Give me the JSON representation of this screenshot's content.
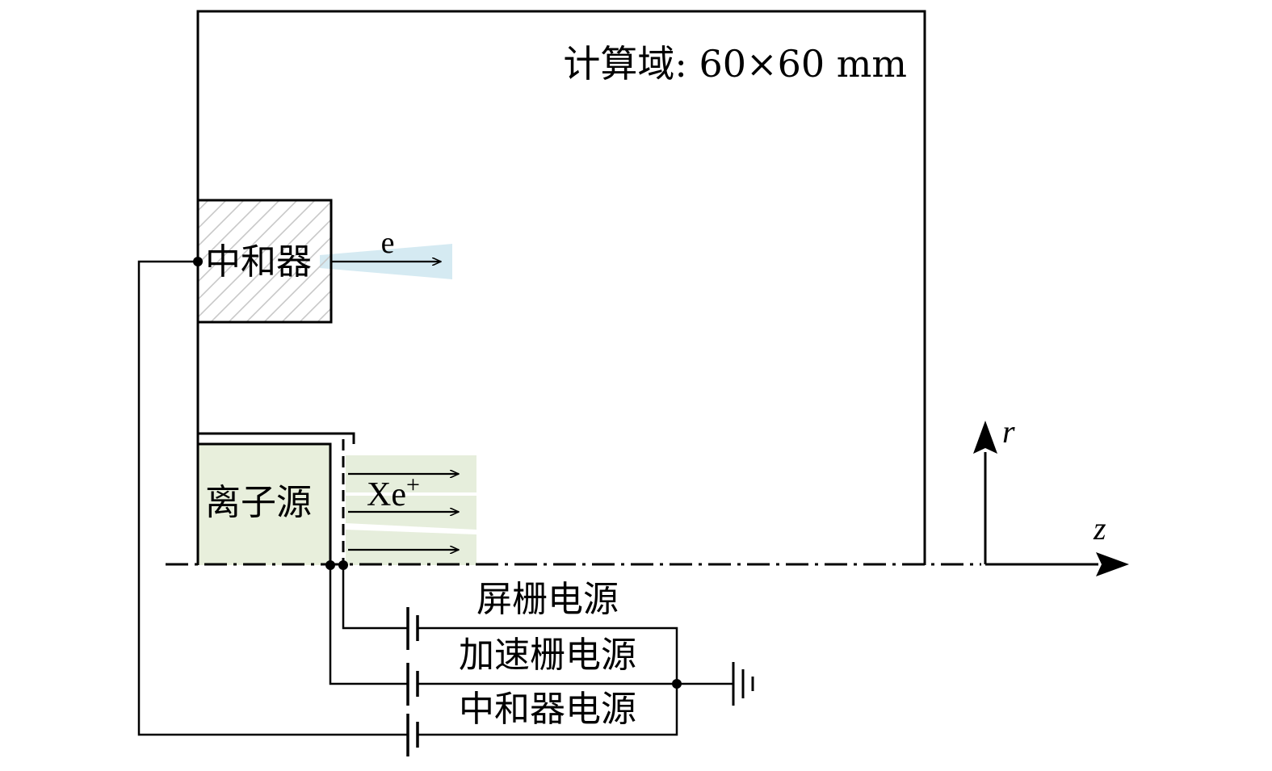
{
  "domain_label": "计算域: 60×60 mm",
  "neutralizer": {
    "label": "中和器",
    "electron_label": "e"
  },
  "ion_source": {
    "label": "离子源",
    "ion_label": "Xe",
    "ion_charge": "+"
  },
  "axes": {
    "r_label": "r",
    "z_label": "z"
  },
  "power_supplies": {
    "screen_grid": "屏栅电源",
    "accel_grid": "加速栅电源",
    "neutralizer": "中和器电源"
  },
  "colors": {
    "neutralizer_plume": "#d5eaf2",
    "ion_source_fill": "#e8efdc",
    "ion_beam": "#e6eedc",
    "hatch": "#c8c8c8",
    "line": "#000000"
  }
}
